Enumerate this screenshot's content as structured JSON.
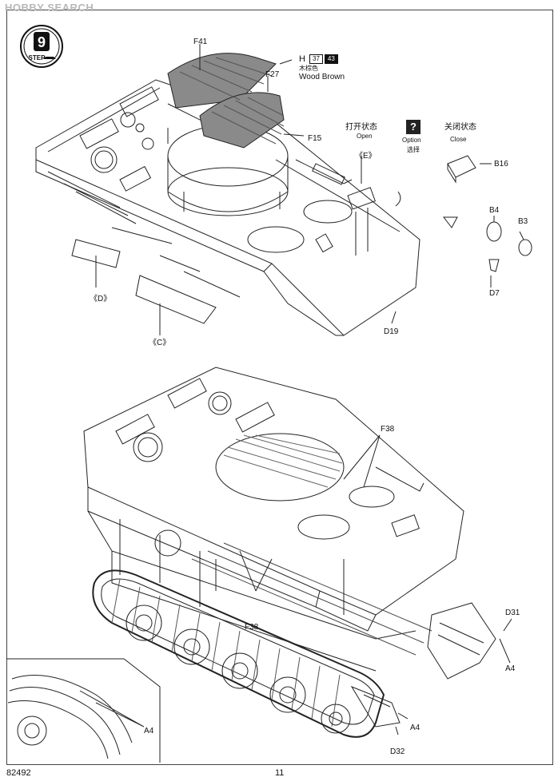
{
  "watermark": {
    "logo": "HOBBY",
    "text": "HOBBY SEARCH"
  },
  "step": {
    "number": "9",
    "label": "STEP"
  },
  "parts": {
    "f41": "F41",
    "f27": "F27",
    "f15": "F15",
    "e": "《E》",
    "b16": "B16",
    "b4": "B4",
    "b3": "B3",
    "d7": "D7",
    "d": "《D》",
    "c": "《C》",
    "d19": "D19",
    "f38_top": "F38",
    "f38_bottom": "F38",
    "d31": "D31",
    "a4_right": "A4",
    "a4_mid": "A4",
    "a4_inset": "A4",
    "d32": "D32"
  },
  "paint": {
    "prefix": "H",
    "code1": "37",
    "code2": "43",
    "name_cn": "木棕色",
    "name_en": "Wood Brown"
  },
  "states": {
    "open_cn": "打开状态",
    "open_en": "Open",
    "option_en": "Option",
    "option_cn": "选择",
    "option_icon": "?",
    "close_cn": "关闭状态",
    "close_en": "Close"
  },
  "footer": {
    "code": "82492",
    "page": "11"
  }
}
